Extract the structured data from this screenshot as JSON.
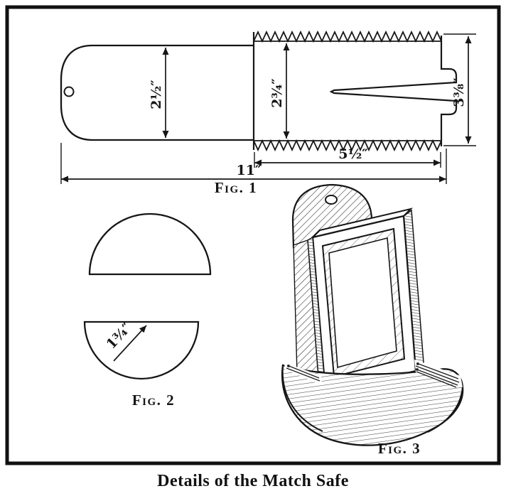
{
  "page": {
    "caption": "Details of the Match Safe",
    "paper_color": "#ffffff",
    "ink_color": "#161616"
  },
  "figure1": {
    "label": "Fig. 1",
    "dim_handle_height": "2½″",
    "dim_blade_inner_height": "2¾″",
    "dim_blade_outer_height": "3⅜″",
    "dim_blade_length": "5½″",
    "dim_overall_length": "11″"
  },
  "figure2": {
    "label": "Fig. 2",
    "dim_radius": "1¾″"
  },
  "figure3": {
    "label": "Fig. 3"
  }
}
